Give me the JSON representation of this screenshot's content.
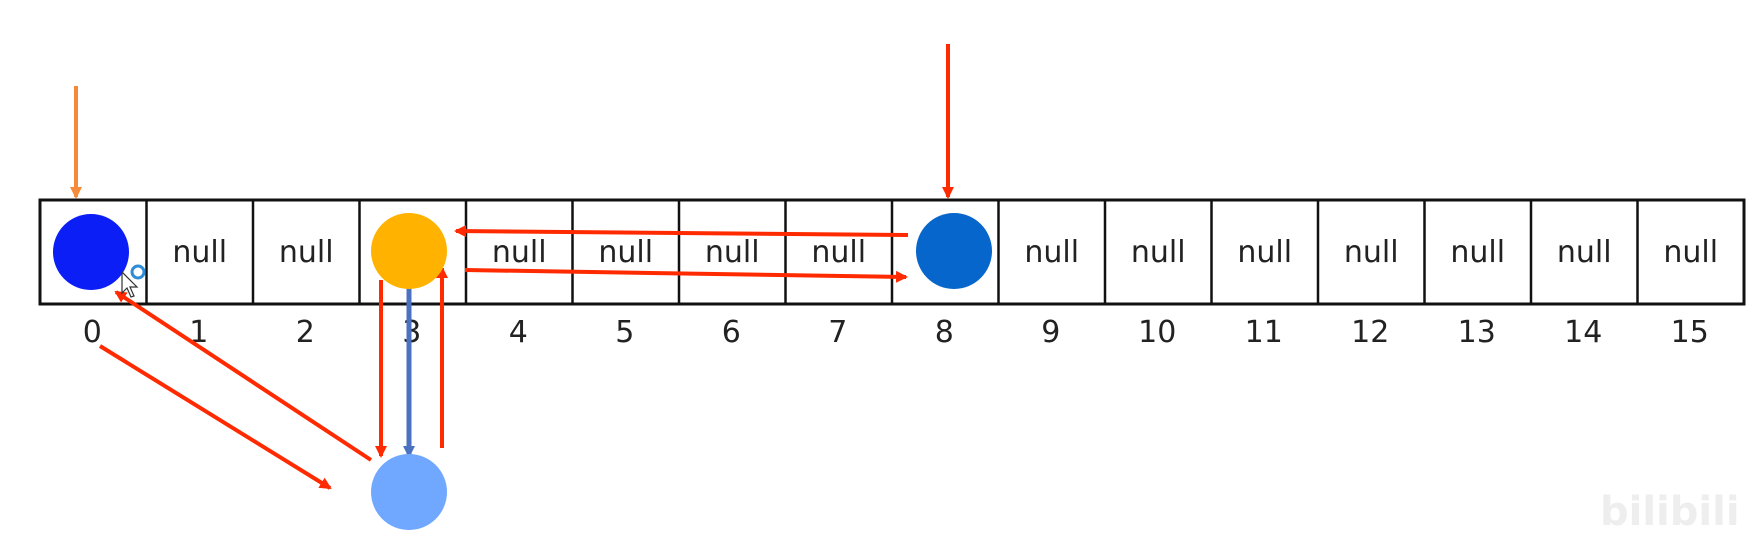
{
  "array": {
    "cells": [
      "",
      "null",
      "null",
      "",
      "null",
      "null",
      "null",
      "null",
      "",
      "null",
      "null",
      "null",
      "null",
      "null",
      "null",
      "null"
    ],
    "indices": [
      "0",
      "1",
      "2",
      "3",
      "4",
      "5",
      "6",
      "7",
      "8",
      "9",
      "10",
      "11",
      "12",
      "13",
      "14",
      "15"
    ]
  },
  "nodes": [
    {
      "id": "node-0",
      "slot": 0,
      "color": "#0a1ef5"
    },
    {
      "id": "node-3",
      "slot": 3,
      "color": "#ffb300"
    },
    {
      "id": "node-8",
      "slot": 8,
      "color": "#0766cc"
    },
    {
      "id": "node-below-3",
      "slot": 3,
      "color": "#70a8ff"
    }
  ],
  "colors": {
    "arrow_red": "#ff2a00",
    "arrow_orange": "#f58a3a",
    "arrow_blue": "#4a72c0",
    "cursor_ring": "#2e8cd8"
  },
  "watermark": "bilibili"
}
